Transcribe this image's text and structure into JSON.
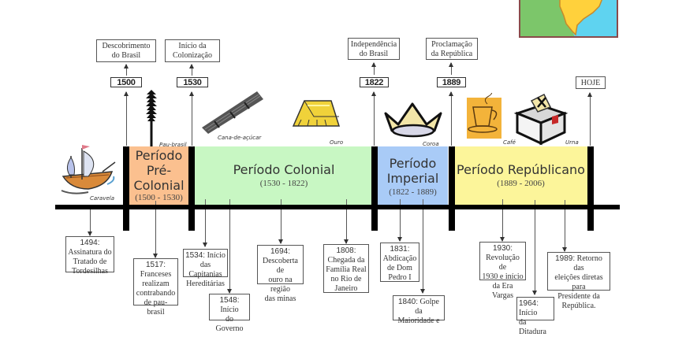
{
  "top_events": [
    {
      "id": "descobrimento",
      "label_line1": "Descobrimento",
      "label_line2": "do Brasil",
      "year": "1500"
    },
    {
      "id": "colonizacao",
      "label_line1": "Início da",
      "label_line2": "Colonização",
      "year": "1530"
    },
    {
      "id": "independencia",
      "label_line1": "Independência",
      "label_line2": "do Brasil",
      "year": "1822"
    },
    {
      "id": "proclamacao",
      "label_line1": "Proclamação",
      "label_line2": "da República",
      "year": "1889"
    },
    {
      "id": "hoje",
      "label_line1": "HOJE",
      "label_line2": "",
      "year": ""
    }
  ],
  "periods": [
    {
      "id": "pre-colonial",
      "title_lines": [
        "Período",
        "Pré-",
        "Colonial"
      ],
      "range": "(1500 - 1530)",
      "color": "#fbc08f"
    },
    {
      "id": "colonial",
      "title_lines": [
        "Período Colonial"
      ],
      "range": "(1530 - 1822)",
      "color": "#c8f7c3"
    },
    {
      "id": "imperial",
      "title_lines": [
        "Período",
        "Imperial"
      ],
      "range": "(1822 - 1889)",
      "color": "#a9cbf7"
    },
    {
      "id": "republicano",
      "title_lines": [
        "Período Repúblicano"
      ],
      "range": "(1889 - 2006)",
      "color": "#fcf59a"
    }
  ],
  "icons": [
    {
      "id": "caravela",
      "label": "Caravela",
      "icon": "ship-icon"
    },
    {
      "id": "pau-brasil",
      "label": "Pau-brasil",
      "icon": "tree-icon"
    },
    {
      "id": "cana",
      "label": "Cana-de-açúcar",
      "icon": "sugarcane-icon"
    },
    {
      "id": "ouro",
      "label": "Ouro",
      "icon": "gold-bar-icon"
    },
    {
      "id": "coroa",
      "label": "Coroa",
      "icon": "crown-icon"
    },
    {
      "id": "cafe",
      "label": "Café",
      "icon": "coffee-cup-icon"
    },
    {
      "id": "urna",
      "label": "Urna",
      "icon": "ballot-box-icon"
    }
  ],
  "bottom_events": [
    {
      "year": "1494:",
      "lines": [
        "Assinatura do",
        "Tratado de",
        "Tordesilhas"
      ]
    },
    {
      "year": "1517:",
      "lines": [
        "Franceses",
        "realizam",
        "contrabando",
        "de pau-brasil"
      ]
    },
    {
      "year": "1534:",
      "text": "Início",
      "lines": [
        "das Capitanias",
        "Hereditárias"
      ]
    },
    {
      "year": "1548:",
      "text": "Início",
      "lines": [
        "do Governo"
      ]
    },
    {
      "year": "1694:",
      "lines": [
        "Descoberta de",
        "ouro na região",
        "das minas"
      ]
    },
    {
      "year": "1808:",
      "lines": [
        "Chegada da",
        "Família Real",
        "no Rio de",
        "Janeiro"
      ]
    },
    {
      "year": "1831:",
      "lines": [
        "Abdicação",
        "de Dom",
        "Pedro I"
      ]
    },
    {
      "year": "1840:",
      "text": "Golpe da",
      "lines": [
        "Maioridade e"
      ]
    },
    {
      "year": "1930:",
      "lines": [
        "Revolução de",
        "1930 e início",
        "da Era Vargas"
      ]
    },
    {
      "year": "1964:",
      "text": "Início",
      "lines": [
        "da Ditadura"
      ]
    },
    {
      "year": "1989:",
      "text": "Retorno das",
      "lines": [
        "eleições diretas para",
        "Presidente da",
        "República."
      ]
    }
  ],
  "colors": {
    "pre_colonial": "#fbc08f",
    "colonial": "#c8f7c3",
    "imperial": "#a9cbf7",
    "republicano": "#fcf59a",
    "timeline": "#000000"
  }
}
